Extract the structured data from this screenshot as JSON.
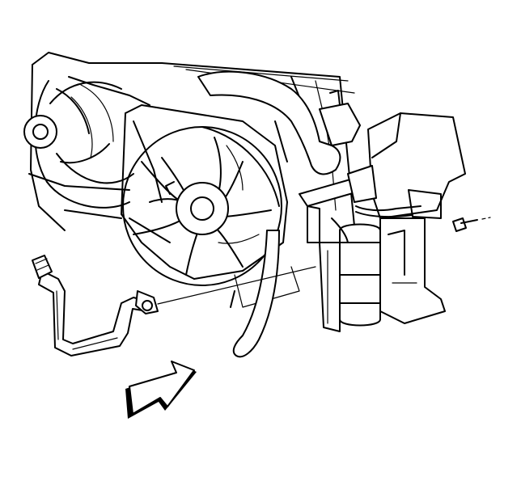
{
  "illustration": {
    "colors": {
      "line": "#000000",
      "background": "#ffffff"
    },
    "components": [
      "left-cooling-fan",
      "right-cooling-fan",
      "fan-shroud",
      "upper-radiator-hose",
      "lower-radiator-hose",
      "radiator",
      "receiver-dehydrator",
      "condenser-bracket",
      "mounting-bolt",
      "refrigerant-line",
      "line-fitting",
      "line-clip",
      "direction-arrow"
    ]
  }
}
